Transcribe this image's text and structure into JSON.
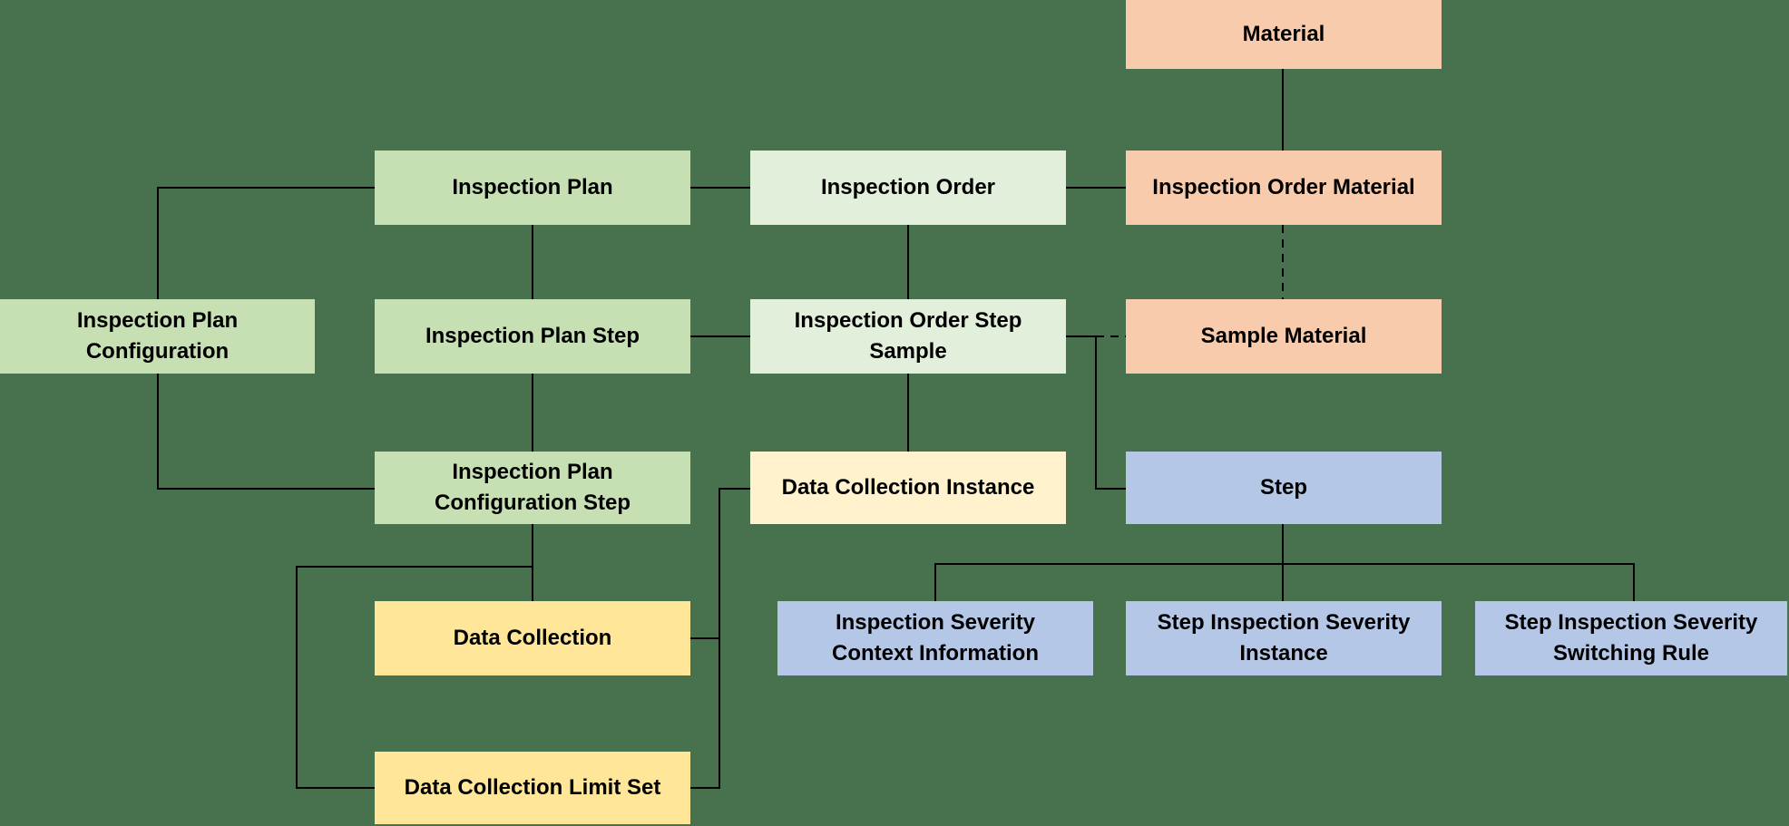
{
  "diagram": {
    "background_color": "#48714E",
    "line_color": "#000000",
    "palette": {
      "plan_green": "#C6E0B4",
      "order_pale_green": "#E2EFDA",
      "material_peach": "#F8CBAD",
      "data_yellow": "#FFE699",
      "data_pale_yellow": "#FFF2CC",
      "step_blue": "#B4C7E7"
    },
    "nodes": [
      {
        "id": "material",
        "lines": [
          "Material"
        ],
        "color": "#F8CBAD"
      },
      {
        "id": "inspection-plan",
        "lines": [
          "Inspection Plan"
        ],
        "color": "#C6E0B4"
      },
      {
        "id": "inspection-order",
        "lines": [
          "Inspection Order"
        ],
        "color": "#E2EFDA"
      },
      {
        "id": "inspection-order-material",
        "lines": [
          "Inspection Order Material"
        ],
        "color": "#F8CBAD"
      },
      {
        "id": "inspection-plan-configuration",
        "lines": [
          "Inspection Plan",
          "Configuration"
        ],
        "color": "#C6E0B4"
      },
      {
        "id": "inspection-plan-step",
        "lines": [
          "Inspection Plan Step"
        ],
        "color": "#C6E0B4"
      },
      {
        "id": "inspection-order-step-sample",
        "lines": [
          "Inspection Order Step",
          "Sample"
        ],
        "color": "#E2EFDA"
      },
      {
        "id": "sample-material",
        "lines": [
          "Sample Material"
        ],
        "color": "#F8CBAD"
      },
      {
        "id": "inspection-plan-configuration-step",
        "lines": [
          "Inspection Plan",
          "Configuration Step"
        ],
        "color": "#C6E0B4"
      },
      {
        "id": "data-collection-instance",
        "lines": [
          "Data Collection Instance"
        ],
        "color": "#FFF2CC"
      },
      {
        "id": "step",
        "lines": [
          "Step"
        ],
        "color": "#B4C7E7"
      },
      {
        "id": "data-collection",
        "lines": [
          "Data Collection"
        ],
        "color": "#FFE699"
      },
      {
        "id": "inspection-severity-context-information",
        "lines": [
          "Inspection Severity",
          "Context Information"
        ],
        "color": "#B4C7E7"
      },
      {
        "id": "step-inspection-severity-instance",
        "lines": [
          "Step Inspection Severity",
          "Instance"
        ],
        "color": "#B4C7E7"
      },
      {
        "id": "step-inspection-severity-switching-rule",
        "lines": [
          "Step Inspection Severity",
          "Switching Rule"
        ],
        "color": "#B4C7E7"
      },
      {
        "id": "data-collection-limit-set",
        "lines": [
          "Data Collection Limit Set"
        ],
        "color": "#FFE699"
      }
    ],
    "edges": [
      {
        "from": "material",
        "to": "inspection-order-material",
        "style": "solid"
      },
      {
        "from": "inspection-plan",
        "to": "inspection-order",
        "style": "solid"
      },
      {
        "from": "inspection-order",
        "to": "inspection-order-material",
        "style": "solid"
      },
      {
        "from": "inspection-plan",
        "to": "inspection-plan-configuration",
        "style": "solid"
      },
      {
        "from": "inspection-plan",
        "to": "inspection-plan-step",
        "style": "solid"
      },
      {
        "from": "inspection-order",
        "to": "inspection-order-step-sample",
        "style": "solid"
      },
      {
        "from": "inspection-order-material",
        "to": "sample-material",
        "style": "dashed"
      },
      {
        "from": "inspection-plan-step",
        "to": "inspection-order-step-sample",
        "style": "solid"
      },
      {
        "from": "inspection-order-step-sample",
        "to": "sample-material",
        "style": "dashed"
      },
      {
        "from": "inspection-order-step-sample",
        "to": "step",
        "style": "solid"
      },
      {
        "from": "inspection-plan-configuration",
        "to": "inspection-plan-configuration-step",
        "style": "solid"
      },
      {
        "from": "inspection-plan-step",
        "to": "inspection-plan-configuration-step",
        "style": "solid"
      },
      {
        "from": "inspection-order-step-sample",
        "to": "data-collection-instance",
        "style": "solid"
      },
      {
        "from": "inspection-plan-configuration-step",
        "to": "data-collection",
        "style": "solid"
      },
      {
        "from": "inspection-plan-configuration-step",
        "to": "data-collection-limit-set",
        "style": "solid"
      },
      {
        "from": "data-collection",
        "to": "data-collection-instance",
        "style": "solid"
      },
      {
        "from": "data-collection-limit-set",
        "to": "data-collection-instance",
        "style": "solid"
      },
      {
        "from": "step",
        "to": "inspection-severity-context-information",
        "style": "solid"
      },
      {
        "from": "step",
        "to": "step-inspection-severity-instance",
        "style": "solid"
      },
      {
        "from": "step",
        "to": "step-inspection-severity-switching-rule",
        "style": "solid"
      }
    ]
  }
}
